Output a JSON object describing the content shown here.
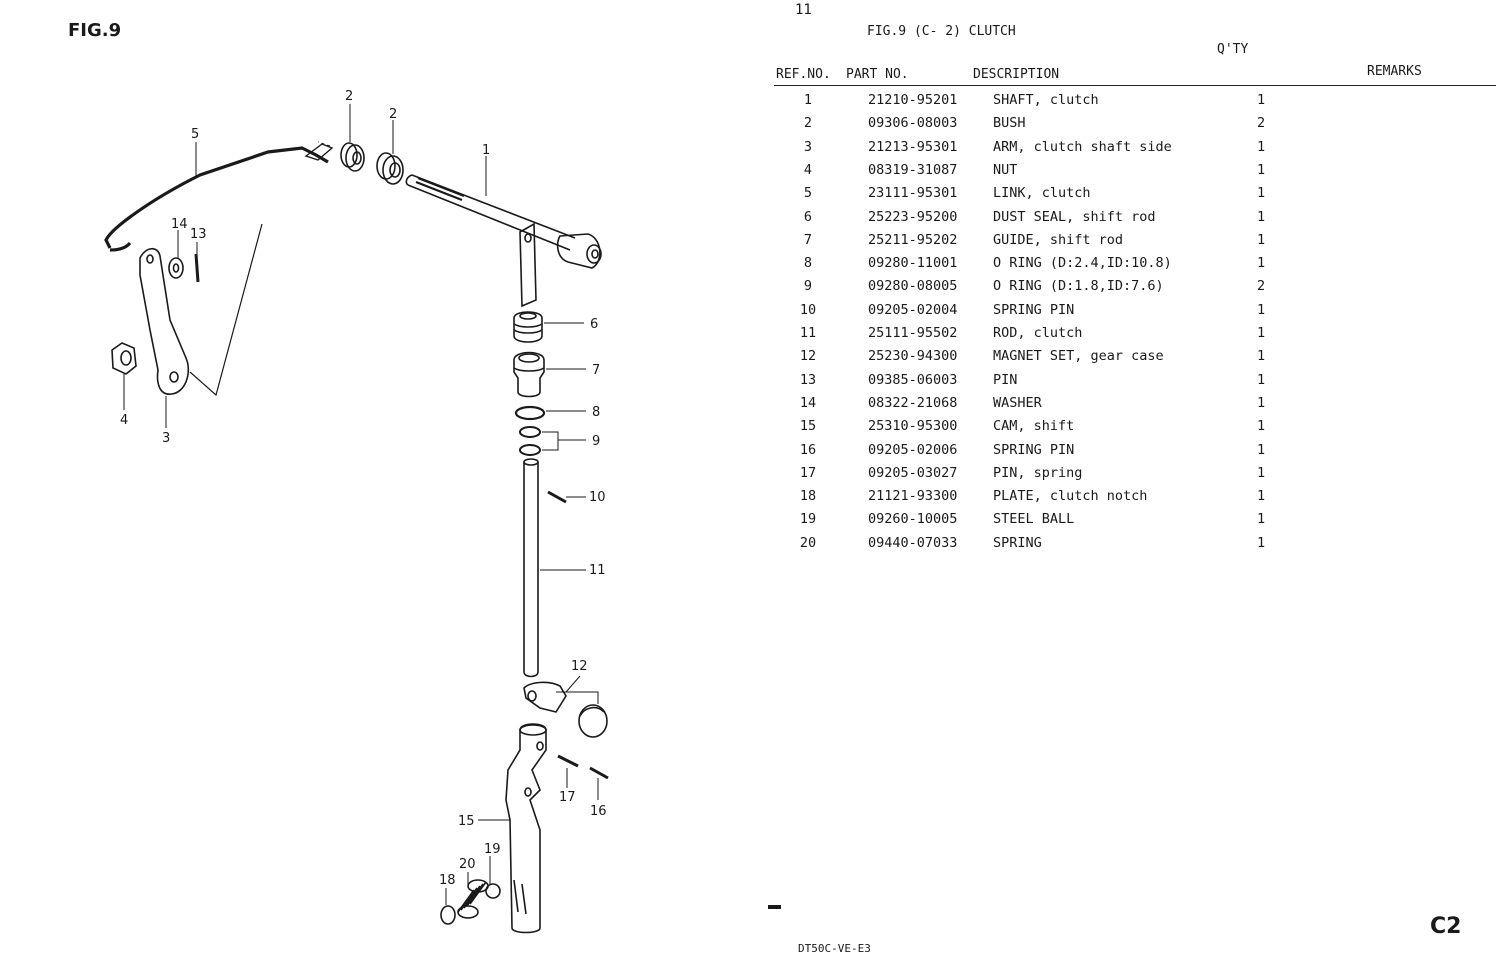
{
  "left": {
    "fig_label": "FIG.9",
    "callouts": [
      "1",
      "2",
      "2",
      "3",
      "4",
      "5",
      "6",
      "7",
      "8",
      "9",
      "10",
      "11",
      "12",
      "13",
      "14",
      "15",
      "16",
      "17",
      "18",
      "19",
      "20"
    ]
  },
  "right": {
    "page_number": "11",
    "fig_title": "FIG.9  (C- 2) CLUTCH",
    "headers": {
      "ref_no": "REF.NO.",
      "part_no": "PART NO.",
      "description": "DESCRIPTION",
      "qty": "Q'TY",
      "remarks": "REMARKS"
    },
    "rows": [
      {
        "ref": "1",
        "part": "21210-95201",
        "desc": "SHAFT, clutch",
        "qty": "1"
      },
      {
        "ref": "2",
        "part": "09306-08003",
        "desc": "BUSH",
        "qty": "2"
      },
      {
        "ref": "3",
        "part": "21213-95301",
        "desc": "ARM, clutch shaft side",
        "qty": "1"
      },
      {
        "ref": "4",
        "part": "08319-31087",
        "desc": "NUT",
        "qty": "1"
      },
      {
        "ref": "5",
        "part": "23111-95301",
        "desc": "LINK, clutch",
        "qty": "1"
      },
      {
        "ref": "6",
        "part": "25223-95200",
        "desc": "DUST SEAL, shift rod",
        "qty": "1"
      },
      {
        "ref": "7",
        "part": "25211-95202",
        "desc": "GUIDE, shift rod",
        "qty": "1"
      },
      {
        "ref": "8",
        "part": "09280-11001",
        "desc": "O RING (D:2.4,ID:10.8)",
        "qty": "1"
      },
      {
        "ref": "9",
        "part": "09280-08005",
        "desc": "O RING (D:1.8,ID:7.6)",
        "qty": "2"
      },
      {
        "ref": "10",
        "part": "09205-02004",
        "desc": "SPRING PIN",
        "qty": "1"
      },
      {
        "ref": "11",
        "part": "25111-95502",
        "desc": "ROD, clutch",
        "qty": "1"
      },
      {
        "ref": "12",
        "part": "25230-94300",
        "desc": "MAGNET SET, gear case",
        "qty": "1"
      },
      {
        "ref": "13",
        "part": "09385-06003",
        "desc": "PIN",
        "qty": "1"
      },
      {
        "ref": "14",
        "part": "08322-21068",
        "desc": "WASHER",
        "qty": "1"
      },
      {
        "ref": "15",
        "part": "25310-95300",
        "desc": "CAM, shift",
        "qty": "1"
      },
      {
        "ref": "16",
        "part": "09205-02006",
        "desc": "SPRING PIN",
        "qty": "1"
      },
      {
        "ref": "17",
        "part": "09205-03027",
        "desc": "PIN, spring",
        "qty": "1"
      },
      {
        "ref": "18",
        "part": "21121-93300",
        "desc": "PLATE, clutch notch",
        "qty": "1"
      },
      {
        "ref": "19",
        "part": "09260-10005",
        "desc": "STEEL BALL",
        "qty": "1"
      },
      {
        "ref": "20",
        "part": "09440-07033",
        "desc": "SPRING",
        "qty": "1"
      }
    ],
    "footer_code": "DT50C-VE-E3",
    "page_code": "C2"
  }
}
